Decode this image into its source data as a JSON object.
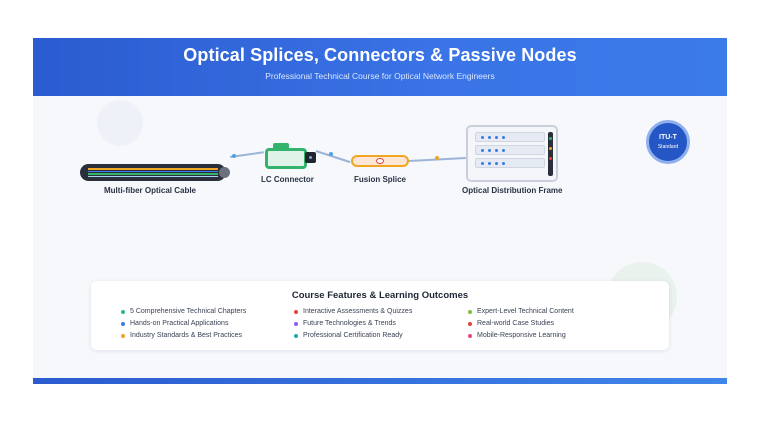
{
  "header": {
    "title": "Optical Splices, Connectors & Passive Nodes",
    "subtitle": "Professional Technical Course for Optical Network Engineers"
  },
  "diagram": {
    "cable_label": "Multi-fiber Optical Cable",
    "connector_label": "LC Connector",
    "splice_label": "Fusion Splice",
    "odf_label": "Optical Distribution Frame"
  },
  "badge": {
    "title": "ITU-T",
    "subtitle": "Standard"
  },
  "features": {
    "title": "Course Features & Learning Outcomes",
    "items": [
      {
        "text": "5 Comprehensive Technical Chapters",
        "color": "#2fb38a"
      },
      {
        "text": "Hands-on Practical Applications",
        "color": "#3b7ae9"
      },
      {
        "text": "Industry Standards & Best Practices",
        "color": "#f2a423"
      },
      {
        "text": "Interactive Assessments & Quizzes",
        "color": "#e0453a"
      },
      {
        "text": "Future Technologies & Trends",
        "color": "#8b5cf6"
      },
      {
        "text": "Professional Certification Ready",
        "color": "#1fa7b5"
      },
      {
        "text": "Expert-Level Technical Content",
        "color": "#7bc043"
      },
      {
        "text": "Real-world Case Studies",
        "color": "#e0453a"
      },
      {
        "text": "Mobile-Responsive Learning",
        "color": "#e84a7a"
      }
    ]
  },
  "colors": {
    "header_blue": "#3a74e6",
    "connector_green": "#34b36d",
    "splice_orange": "#f2a423",
    "badge_blue": "#2457c5"
  }
}
